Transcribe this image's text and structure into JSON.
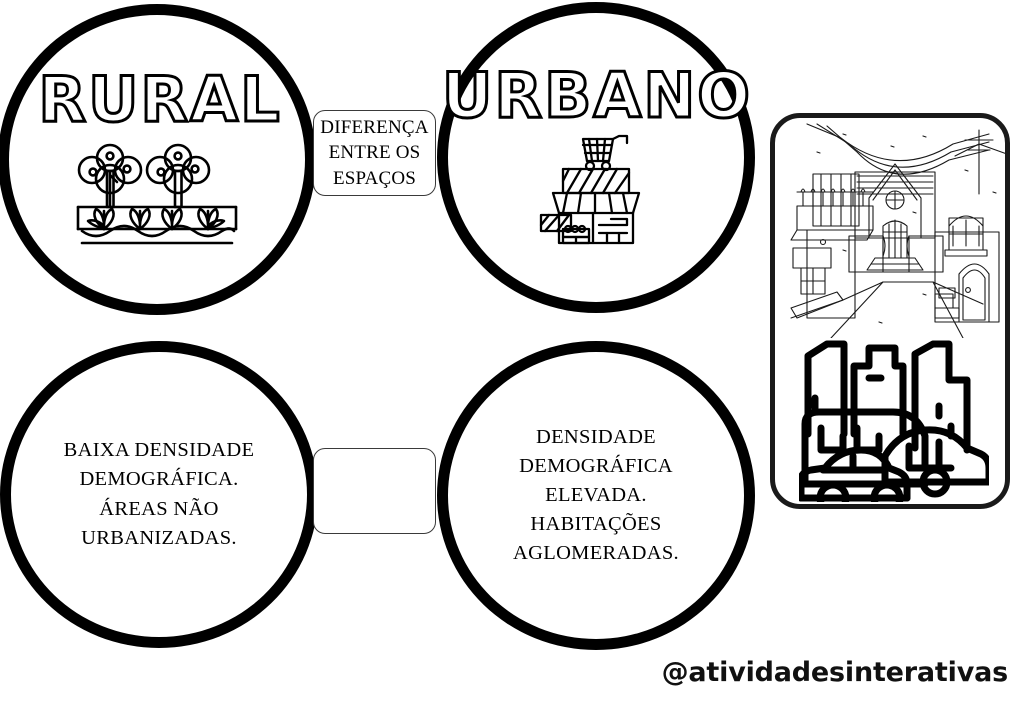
{
  "worksheet": {
    "title": "DIFERENÇA ENTRE OS ESPAÇOS",
    "connector_top_label": "DIFERENÇA\nENTRE OS\nESPAÇOS",
    "connector_bottom_label": ""
  },
  "bubbles": {
    "top_left": {
      "heading": "RURAL",
      "icon": "farm-garden-icon"
    },
    "top_right": {
      "heading": "URBANO",
      "icon": "storefront-icon"
    },
    "bottom_left": {
      "text": "BAIXA DENSIDADE\nDEMOGRÁFICA.\nÁREAS NÃO\nURBANIZADAS."
    },
    "bottom_right": {
      "text": "DENSIDADE\nDEMOGRÁFICA\nELEVADA.\nHABITAÇÕES\nAGLOMERADAS."
    }
  },
  "illustration_panel": {
    "street_scene": "city-street-scene-illustration",
    "city_cars": "city-skyline-with-cars-icon"
  },
  "watermark": {
    "handle": "@atividadesinterativas"
  },
  "colors": {
    "ink": "#000000",
    "paper": "#ffffff",
    "panel_border": "#1a1a1a",
    "connector_border": "#3a3a3a"
  }
}
